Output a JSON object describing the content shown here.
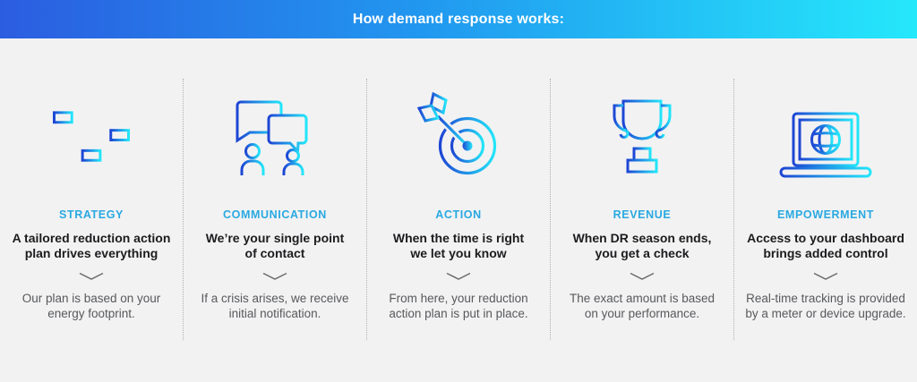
{
  "header": {
    "title": "How demand response works:",
    "gradient_from": "#2b5de0",
    "gradient_to": "#25e8fb"
  },
  "theme": {
    "background": "#f2f2f3",
    "accent_title_color": "#29a9e1",
    "heading_color": "#1c1c1e",
    "body_text_color": "#58595b",
    "divider_color": "#b0b0b2",
    "icon_gradient_from": "#1d45d4",
    "icon_gradient_to": "#23e6f9",
    "chevron_color": "#6a6b6d"
  },
  "columns": [
    {
      "title": "STRATEGY",
      "icon": "sliders-icon",
      "heading": "A tailored reduction action\nplan drives everything",
      "description": "Our plan is based on your\nenergy footprint."
    },
    {
      "title": "COMMUNICATION",
      "icon": "chat-people-icon",
      "heading": "We’re your single point\nof contact",
      "description": "If a crisis arises, we receive\ninitial notification."
    },
    {
      "title": "ACTION",
      "icon": "target-arrow-icon",
      "heading": "When the time is right\nwe let you know",
      "description": "From here, your reduction\naction plan is put in place."
    },
    {
      "title": "REVENUE",
      "icon": "trophy-icon",
      "heading": "When DR season ends,\nyou get a check",
      "description": "The exact amount is based\non your performance."
    },
    {
      "title": "EMPOWERMENT",
      "icon": "laptop-globe-icon",
      "heading": "Access to your dashboard\nbrings added control",
      "description": "Real-time tracking is provided\nby a meter or device upgrade."
    }
  ]
}
